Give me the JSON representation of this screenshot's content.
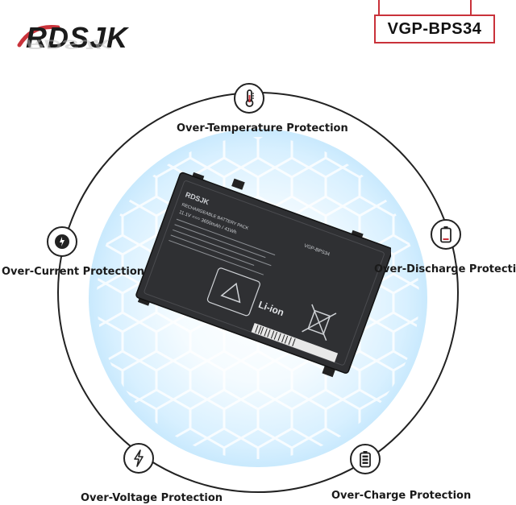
{
  "brand": {
    "name": "RDSJK",
    "logo_reflection": "RDSJK"
  },
  "model": {
    "code": "VGP-BPS34"
  },
  "features": {
    "top": {
      "label": "Over-Temperature Protection",
      "icon": "thermometer-icon"
    },
    "left": {
      "label": "Over-Current Protection",
      "icon": "current-meter-icon"
    },
    "right": {
      "label": "Over-Discharge Protection",
      "icon": "battery-empty-icon"
    },
    "bottom_left": {
      "label": "Over-Voltage Protection",
      "icon": "lightning-icon"
    },
    "bottom_right": {
      "label": "Over-Charge Protection",
      "icon": "battery-full-icon"
    }
  },
  "battery_label": {
    "brand": "RDSJK",
    "type": "RECHARGEABLE BATTERY PACK",
    "spec": "11.1V  ===  3650mAh / 41Wh",
    "model": "VGP-BPS34",
    "chem": "Li-ion"
  },
  "colors": {
    "accent": "#c9323a",
    "glow": "#b9e2fb",
    "ring": "#222222"
  }
}
